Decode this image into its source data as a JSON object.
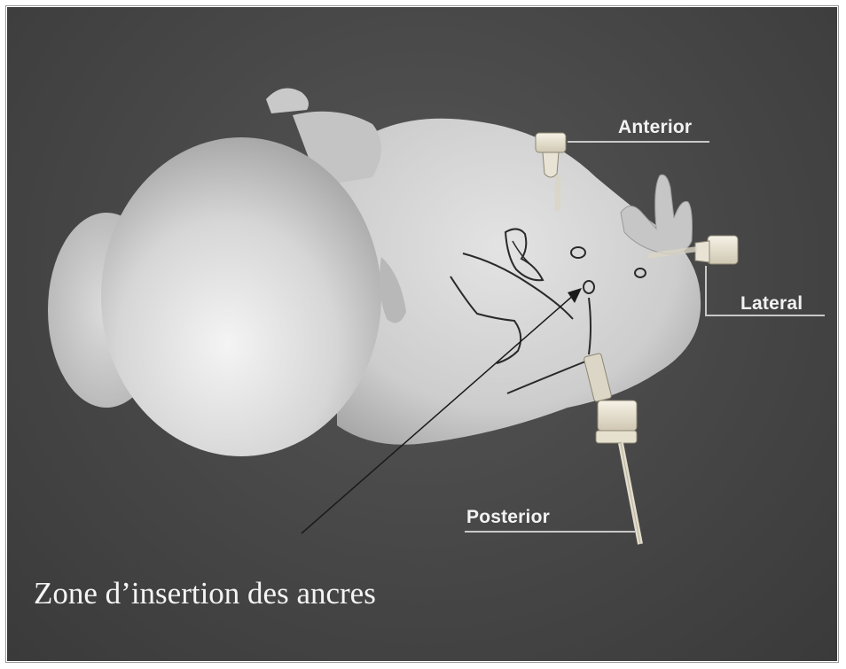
{
  "figure": {
    "labels": {
      "anterior": "Anterior",
      "lateral": "Lateral",
      "posterior": "Posterior"
    },
    "caption": "Zone d’insertion des ancres"
  },
  "colors": {
    "background": "#4a4a4a",
    "organ": "#dcdcdc",
    "label_text": "#f2f2f2"
  }
}
